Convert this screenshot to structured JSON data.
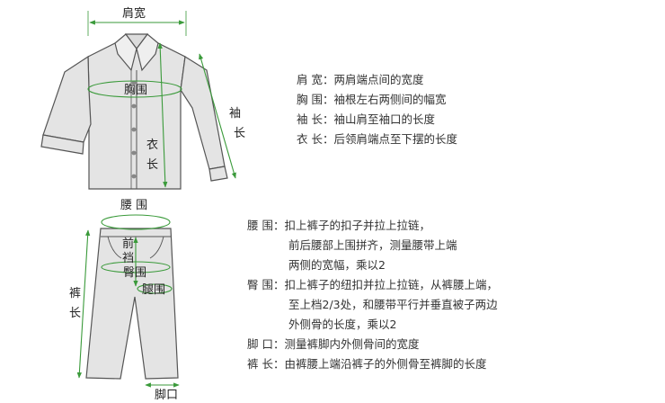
{
  "shirt": {
    "labels": {
      "shoulder": "肩宽",
      "chest": "胸围",
      "sleeve_1": "袖",
      "sleeve_2": "长",
      "length_1": "衣",
      "length_2": "长"
    },
    "descriptions": [
      "肩 宽：两肩端点间的宽度",
      "胸 围：袖根左右两侧间的幅宽",
      "袖 长：袖山肩至袖口的长度",
      "衣 长：后领肩端点至下摆的长度"
    ]
  },
  "pants": {
    "labels": {
      "waist": "腰 围",
      "front_rise_1": "前",
      "front_rise_2": "裆",
      "hip": "臀围",
      "thigh": "腿围",
      "pants_length_1": "裤",
      "pants_length_2": "长",
      "hem": "脚口"
    },
    "descriptions": [
      "腰 围：扣上裤子的扣子并拉上拉链，",
      "前后腰部上围拼齐，测量腰带上端",
      "两侧的宽幅，乘以2",
      "臀 围：扣上裤子的纽扣并拉上拉链，从裤腰上端，",
      "至上档2/3处，和腰带平行并垂直被子两边",
      "外侧骨的长度，乘以2",
      "脚 口：测量裤脚内外侧骨间的宽度",
      "裤 长：由裤腰上端沿裤子的外侧骨至裤脚的长度"
    ]
  },
  "colors": {
    "garment_fill": "#e4e4e4",
    "garment_stroke": "#555555",
    "measure_line": "#3a9a3a"
  }
}
